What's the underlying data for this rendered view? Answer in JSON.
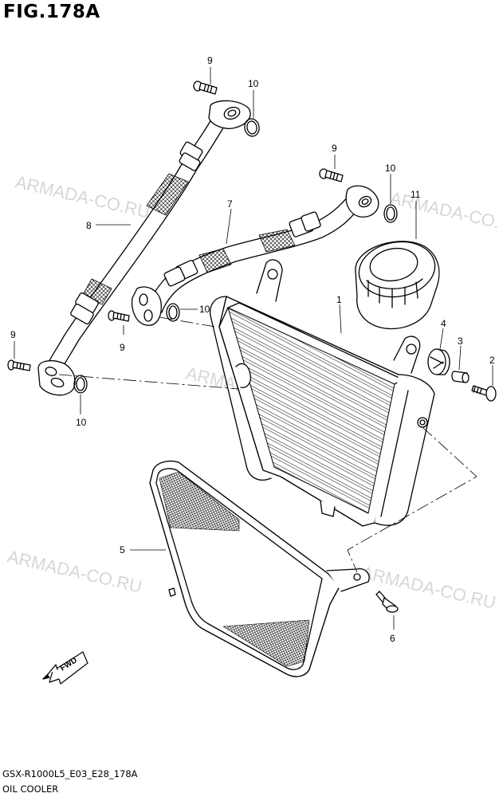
{
  "figure": {
    "title": "FIG.178A",
    "code": "GSX-R1000L5_E03_E28_178A",
    "name": "OIL COOLER"
  },
  "watermark": "ARMADA-CO.RU",
  "fwd_label": "FWD",
  "callouts": {
    "c9a": "9",
    "c10a": "10",
    "c9b": "9",
    "c10b": "10",
    "c11": "11",
    "c8": "8",
    "c7": "7",
    "c1": "1",
    "c10c": "10",
    "c9c": "9",
    "c9d": "9",
    "c4": "4",
    "c3": "3",
    "c2": "2",
    "c10d": "10",
    "c5": "5",
    "c6": "6"
  },
  "colors": {
    "line": "#000000",
    "watermark": "#d7d7d7",
    "background": "#ffffff"
  }
}
